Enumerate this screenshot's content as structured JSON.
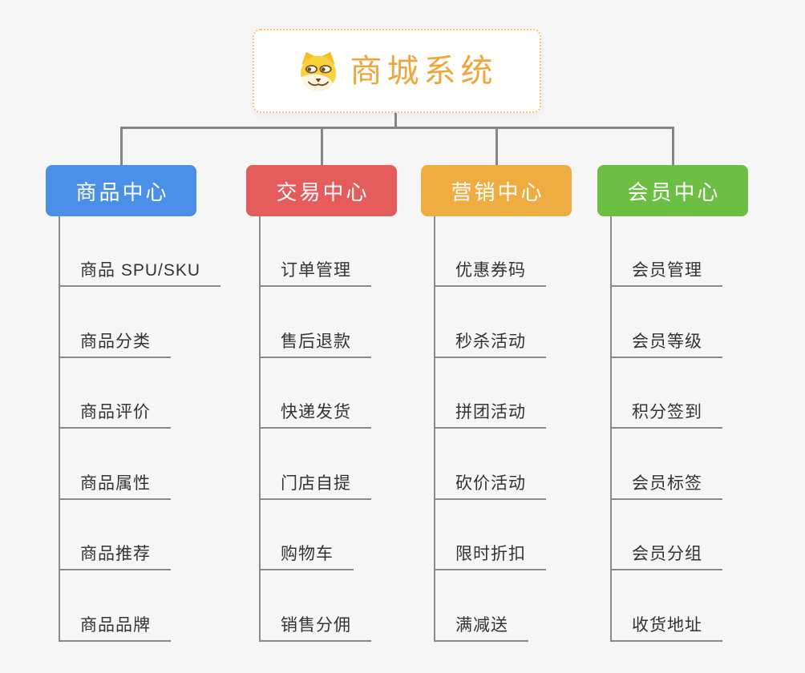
{
  "page": {
    "background": "#f6f6f6",
    "connector_color": "#868686"
  },
  "root": {
    "title": "商城系统",
    "icon": "dog-face-icon",
    "text_color": "#f0a63c",
    "border_color": "#f6c57c"
  },
  "branches": [
    {
      "label": "商品中心",
      "color": "#4a8fe8",
      "children": [
        "商品 SPU/SKU",
        "商品分类",
        "商品评价",
        "商品属性",
        "商品推荐",
        "商品品牌"
      ]
    },
    {
      "label": "交易中心",
      "color": "#e55c5c",
      "children": [
        "订单管理",
        "售后退款",
        "快递发货",
        "门店自提",
        "购物车",
        "销售分佣"
      ]
    },
    {
      "label": "营销中心",
      "color": "#efad41",
      "children": [
        "优惠券码",
        "秒杀活动",
        "拼团活动",
        "砍价活动",
        "限时折扣",
        "满减送"
      ]
    },
    {
      "label": "会员中心",
      "color": "#6cbe45",
      "children": [
        "会员管理",
        "会员等级",
        "积分签到",
        "会员标签",
        "会员分组",
        "收货地址"
      ]
    }
  ]
}
